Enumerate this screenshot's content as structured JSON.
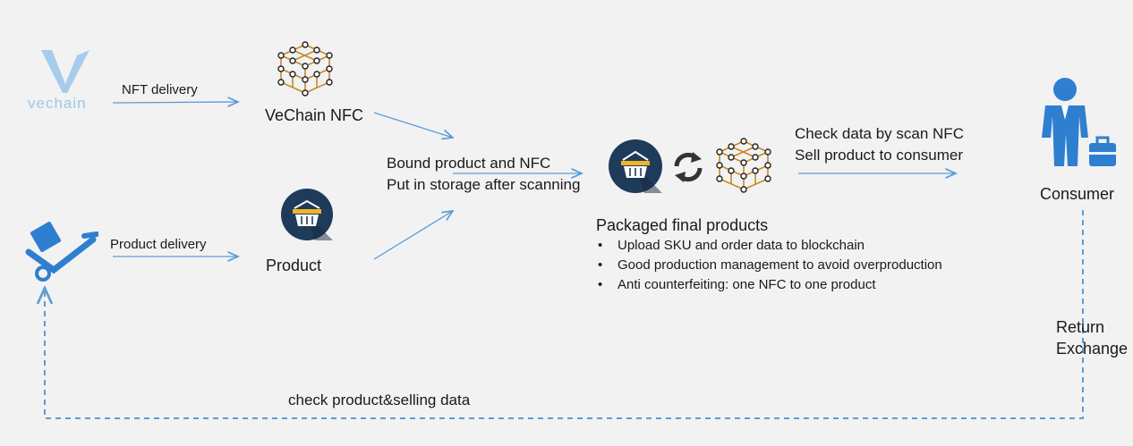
{
  "brand": {
    "logo_text": "vechain"
  },
  "edges": {
    "nft_delivery": "NFT delivery",
    "product_delivery": "Product delivery",
    "check_sell_line1": "Check data by scan NFC",
    "check_sell_line2": "Sell product to consumer",
    "return_line1": "Return",
    "return_line2": "Exchange",
    "check_product_selling": "check product&selling data"
  },
  "nodes": {
    "vechain_nfc": "VeChain NFC",
    "product": "Product",
    "bound_line1": "Bound product and NFC",
    "bound_line2": "Put in storage after scanning",
    "consumer": "Consumer"
  },
  "packaged": {
    "title": "Packaged final products",
    "bullets": [
      "Upload SKU and order data to blockchain",
      "Good production management to avoid overproduction",
      "Anti counterfeiting: one NFC to one product"
    ]
  },
  "colors": {
    "arrow": "#5b9bd5",
    "icon_blue": "#2f7fd1",
    "icon_dark": "#1f3b5a",
    "basket_yellow": "#f0b429",
    "cube_orange": "#c8892a",
    "logo_light": "#9cc8e8"
  },
  "icons": [
    "vechain-logo-icon",
    "nfc-cube-icon",
    "basket-icon",
    "refresh-icon",
    "delivery-trolley-icon",
    "consumer-person-icon"
  ]
}
